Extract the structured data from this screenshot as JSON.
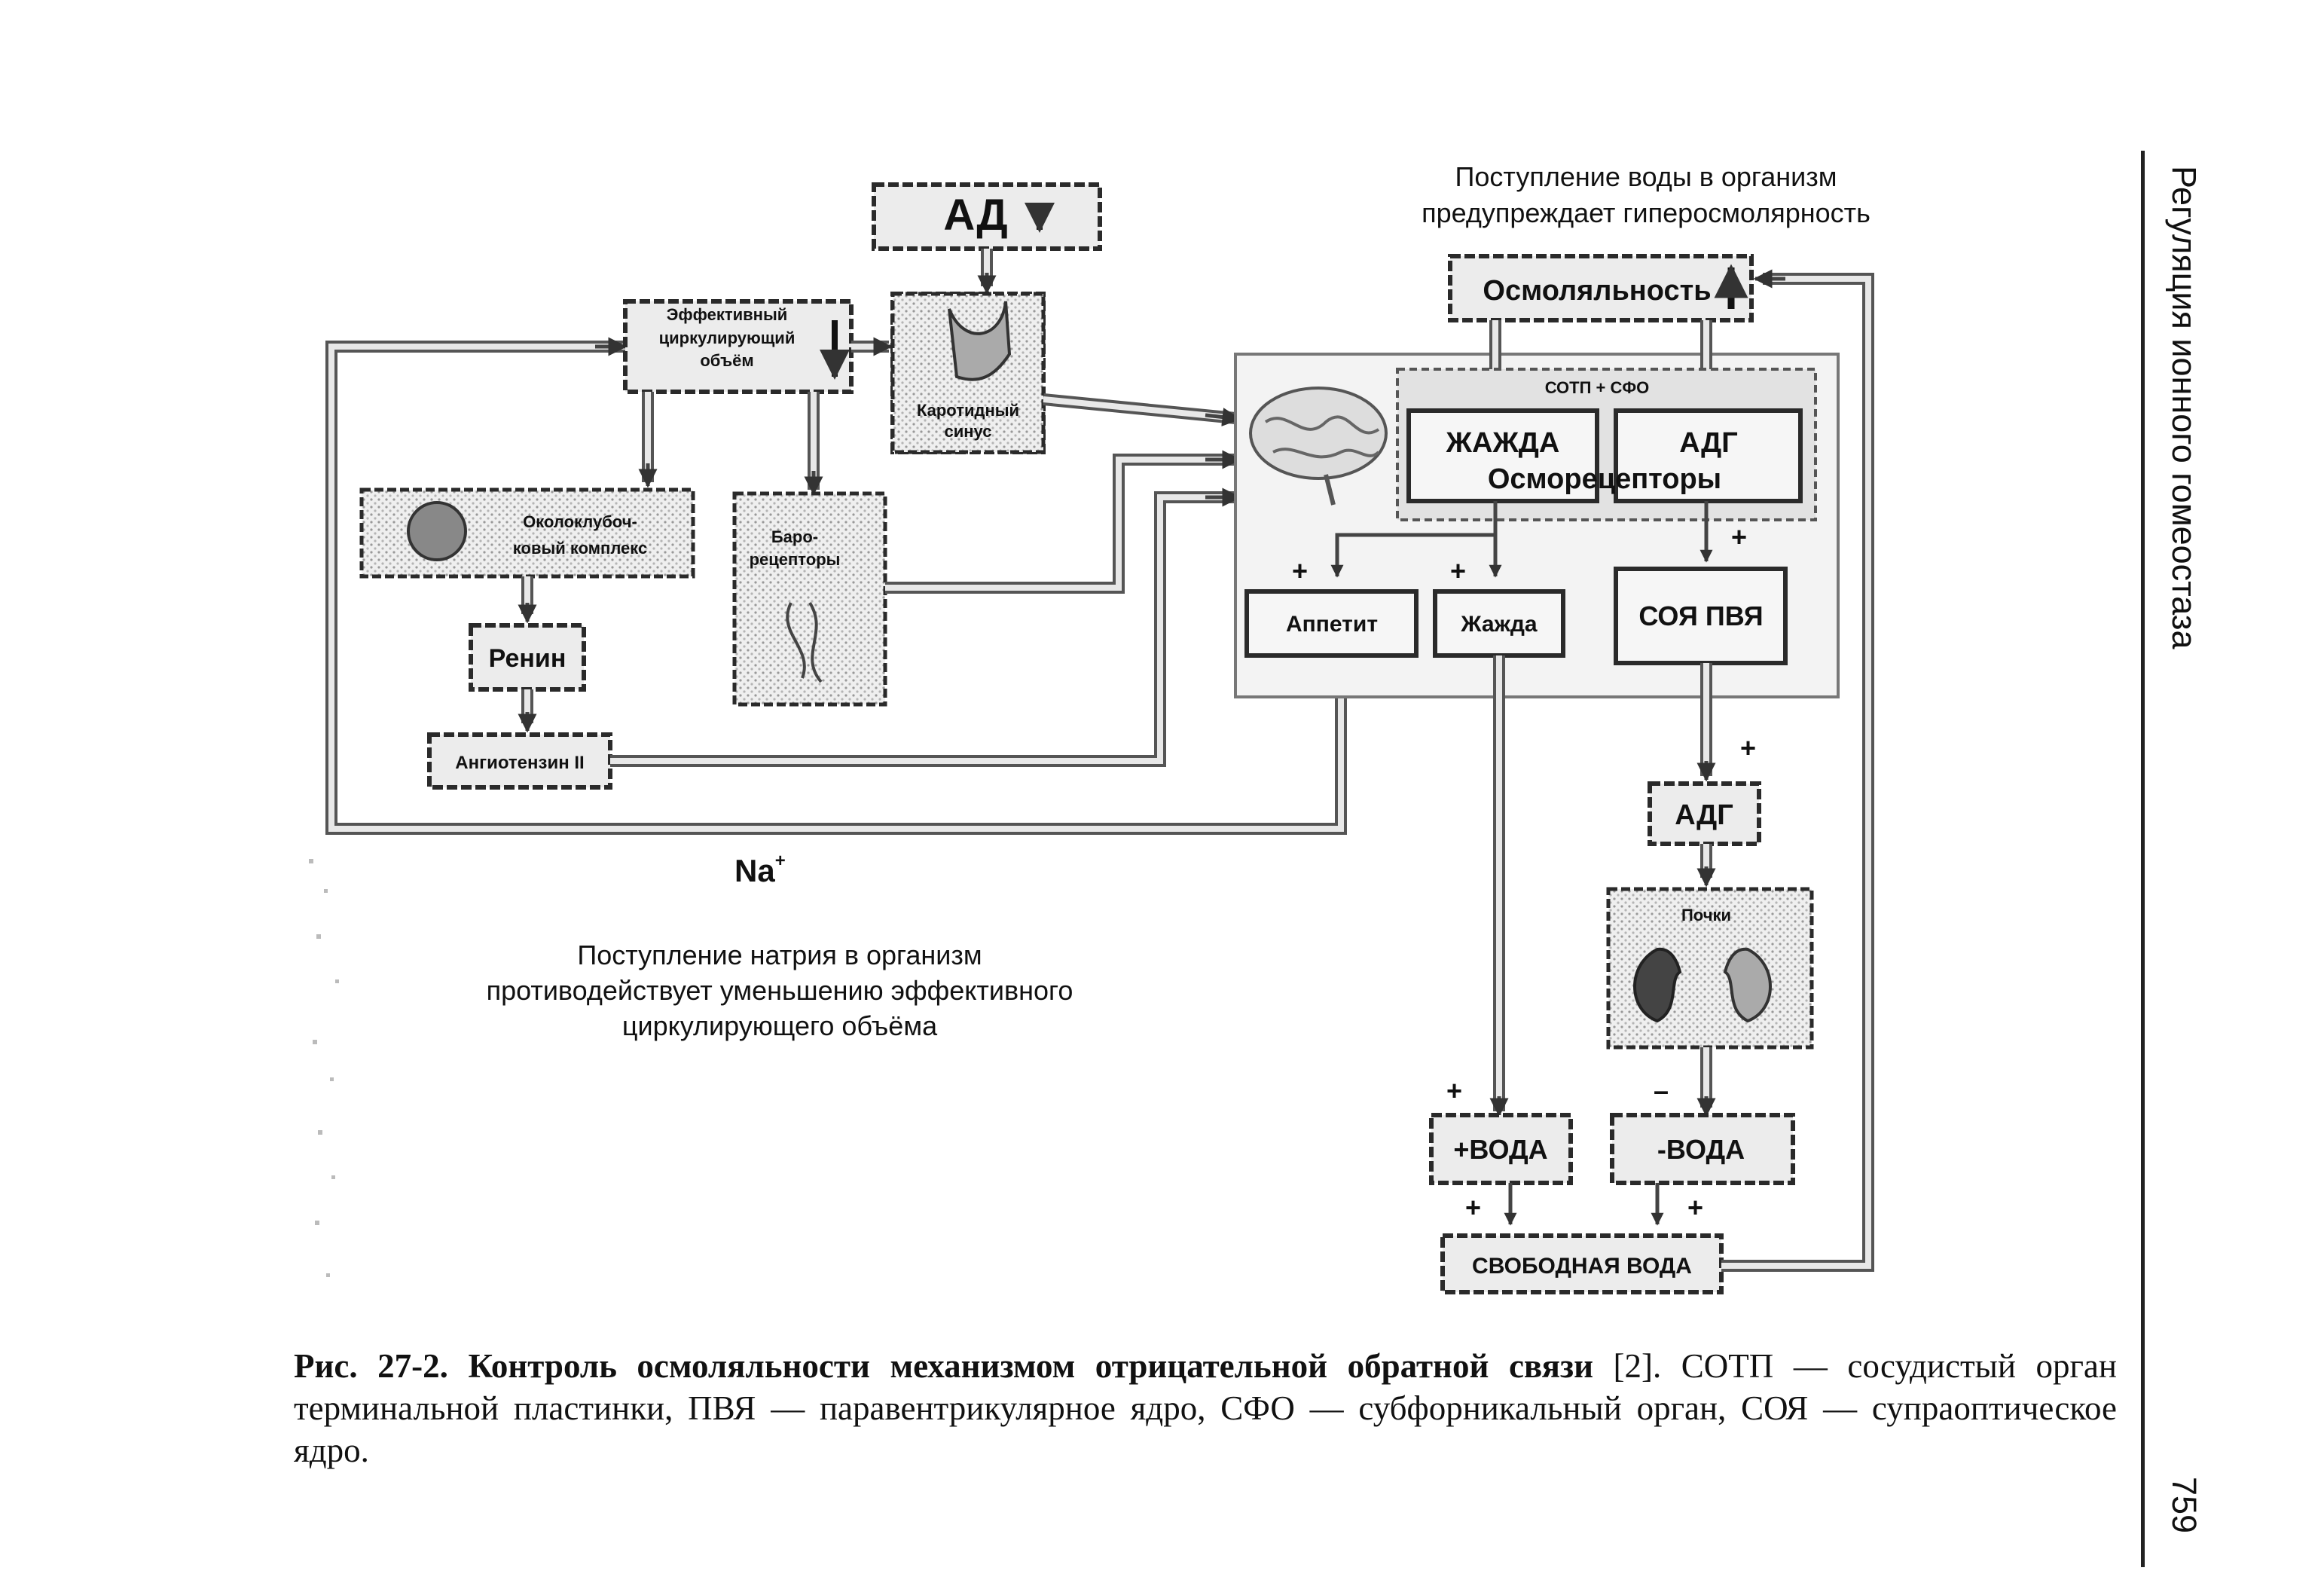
{
  "diagram": {
    "water_note": [
      "Поступление воды в организм",
      "предупреждает гиперосмолярность"
    ],
    "sodium_note": [
      "Поступление натрия в организм",
      "противодействует уменьшению эффективного",
      "циркулирующего объёма"
    ],
    "ad": "АД",
    "effective_volume": [
      "Эффективный",
      "циркулирующий",
      "объём"
    ],
    "carotid": [
      "Каротидный",
      "синус"
    ],
    "juxtaglomerular": [
      "Околоклубоч-",
      "ковый комплекс"
    ],
    "baroreceptors": [
      "Баро-",
      "рецепторы"
    ],
    "renin": "Ренин",
    "angiotensin": "Ангиотензин II",
    "sodium": "Na",
    "sodium_sup": "+",
    "osmolality": "Осмоляльность",
    "sotp_sfo": "СОТП + СФО",
    "thirst_upper": "ЖАЖДА",
    "adg_upper": "АДГ",
    "osmoreceptors": "Осморецепторы",
    "appetite": "Аппетит",
    "thirst": "Жажда",
    "soya_pvya": "СОЯ ПВЯ",
    "adg": "АДГ",
    "kidneys": "Почки",
    "plus_water": "+ВОДА",
    "minus_water": "-ВОДА",
    "free_water": "СВОБОДНАЯ ВОДА",
    "plus": "+",
    "minus": "–"
  },
  "caption": {
    "bold": "Рис. 27-2. Контроль осмоляльности механизмом отрицательной обратной связи",
    "rest": " [2]. СОТП — сосудистый орган терминальной пластинки, ПВЯ — паравентрикулярное ядро, СФО — субфорникальный орган, СОЯ — супраоптическое ядро."
  },
  "running_header": "Регуляция ионного гомеостаза",
  "page_number": "759"
}
